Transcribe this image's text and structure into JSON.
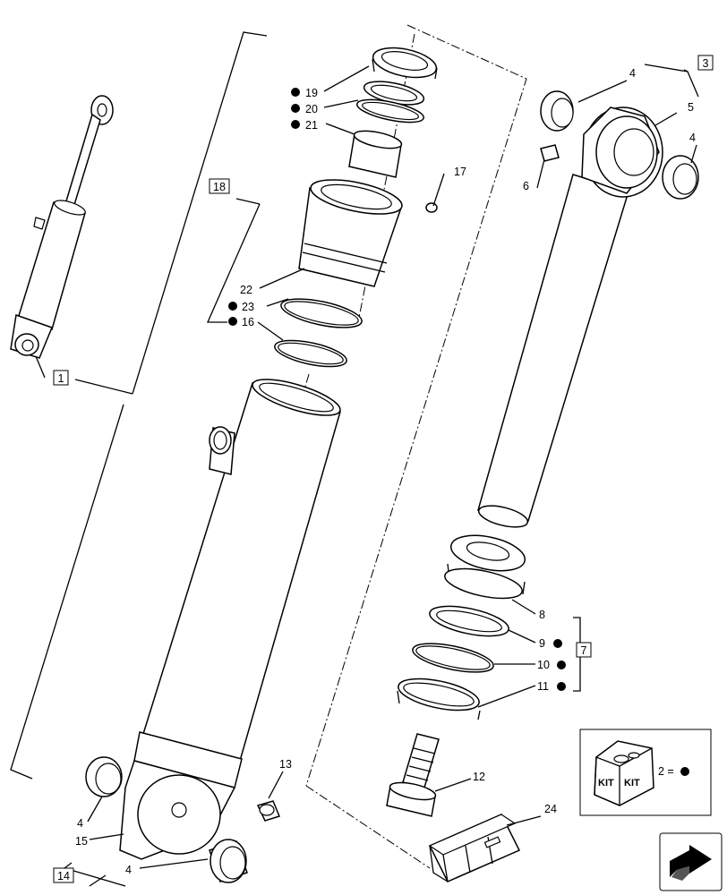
{
  "boxed_labels": {
    "assembly": "1",
    "rod_assembly": "3",
    "seal_kit": "7",
    "head_assembly": "18",
    "barrel_assembly": "14"
  },
  "labels": {
    "bushing": "4",
    "rod_eye": "5",
    "grease_fitting": "6",
    "piston": "8",
    "ring_9": "9",
    "ring_10": "10",
    "ring_11": "11",
    "piston_bolt": "12",
    "fitting_13": "13",
    "ring_16": "16",
    "screw_17": "17",
    "seal_19": "19",
    "ring_20": "20",
    "bushing_21": "21",
    "head": "22",
    "ring_23": "23",
    "crate_24": "24",
    "barrel": "15"
  },
  "kit": {
    "word": "KIT",
    "legend": "2 ="
  },
  "icons": {
    "kit_marker": "filled-circle",
    "navigation": "arrow-icon"
  },
  "colors": {
    "line": "#000000",
    "background": "#ffffff"
  }
}
